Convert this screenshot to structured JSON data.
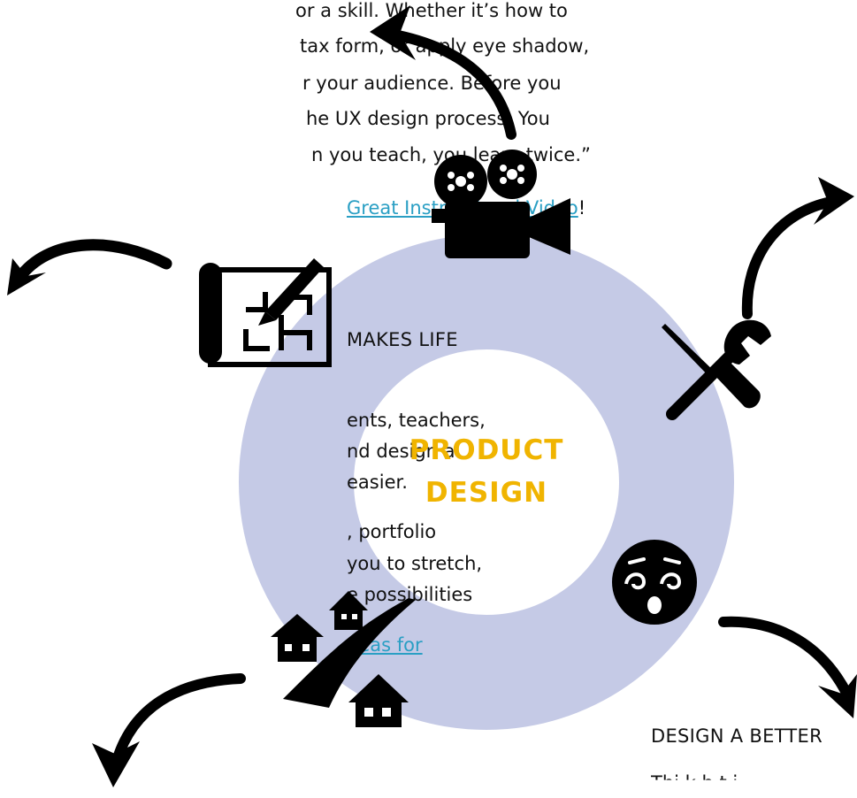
{
  "intro": {
    "lines": [
      "or a skill. Whether it’s how to",
      "tax form, or apply eye shadow,",
      "r your audience. Before you",
      "he UX design process. You",
      "n you teach, you learn twice.”"
    ],
    "link_text": "Great Instructional Video",
    "link_suffix": "!"
  },
  "left_section": {
    "heading": "MAKES LIFE",
    "para1": [
      "ents, teachers,",
      "nd design a",
      "easier."
    ],
    "para2": [
      ", portfolio",
      "you to stretch,",
      "e possibilities"
    ],
    "link_text": "deas for"
  },
  "center": {
    "line1": "PRODUCT",
    "line2": "DESIGN"
  },
  "bottom_right": {
    "heading": "DESIGN A BETTER",
    "partial": "Thi k  b  t  i"
  },
  "colors": {
    "ring": "#c5cae6",
    "center_text": "#f0b400",
    "link": "#2a9fc4",
    "icon": "#000000"
  },
  "icons": [
    "movie-camera-icon",
    "blueprint-icon",
    "tools-icon",
    "dizzy-face-icon",
    "houses-road-icon"
  ]
}
